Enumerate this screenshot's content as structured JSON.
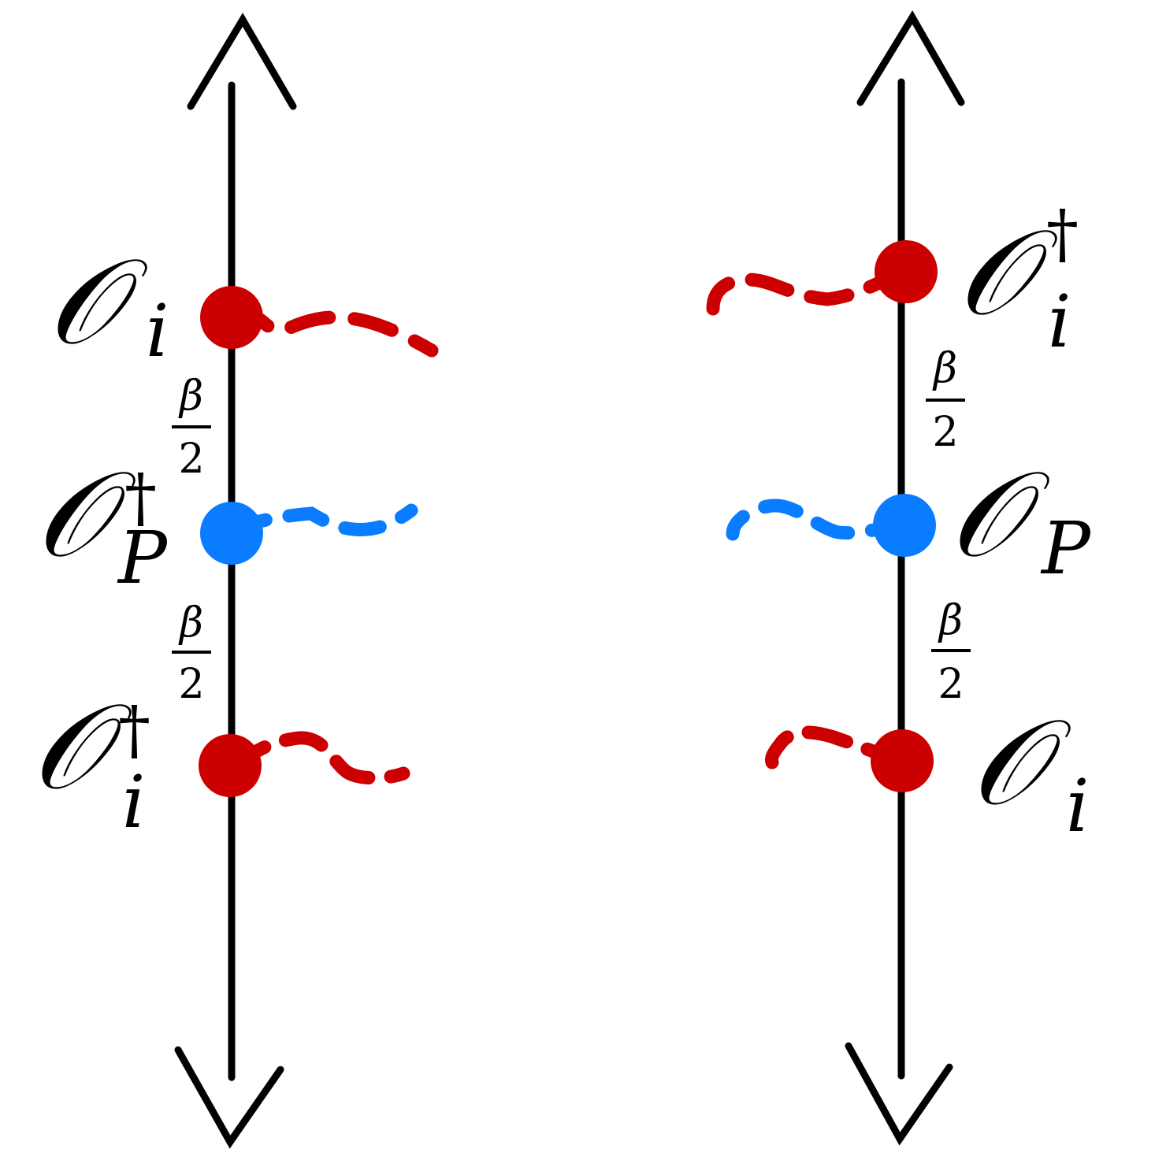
{
  "colors": {
    "axis": "#000000",
    "red": "#cc0000",
    "blue": "#0a7cff"
  },
  "left_axis": {
    "top_op": {
      "symbol": "𝒪",
      "sub": "i",
      "sup": ""
    },
    "middle_op": {
      "symbol": "𝒪",
      "sub": "P",
      "sup": "†"
    },
    "bottom_op": {
      "symbol": "𝒪",
      "sub": "i",
      "sup": "†"
    },
    "upper_gap": {
      "numerator": "β",
      "denominator": "2"
    },
    "lower_gap": {
      "numerator": "β",
      "denominator": "2"
    }
  },
  "right_axis": {
    "top_op": {
      "symbol": "𝒪",
      "sub": "i",
      "sup": "†"
    },
    "middle_op": {
      "symbol": "𝒪",
      "sub": "P",
      "sup": ""
    },
    "bottom_op": {
      "symbol": "𝒪",
      "sub": "i",
      "sup": ""
    },
    "upper_gap": {
      "numerator": "β",
      "denominator": "2"
    },
    "lower_gap": {
      "numerator": "β",
      "denominator": "2"
    }
  }
}
